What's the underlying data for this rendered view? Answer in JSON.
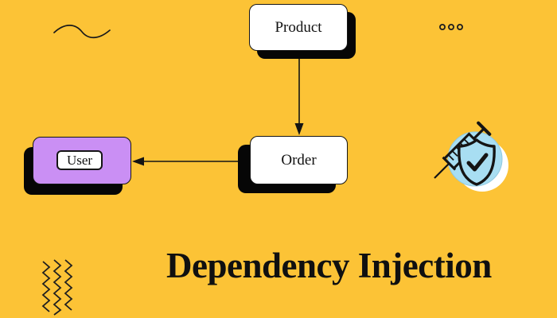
{
  "page": {
    "background_color": "#FCC336"
  },
  "title": {
    "text": "Dependency Injection",
    "color": "#101010"
  },
  "diagram": {
    "nodes": [
      {
        "id": "product",
        "label": "Product",
        "fill": "#FFFFFF",
        "shadow": "right-down"
      },
      {
        "id": "order",
        "label": "Order",
        "fill": "#FFFFFF",
        "shadow": "left-down"
      },
      {
        "id": "user",
        "label": "User",
        "fill": "#CA8FF4",
        "shadow": "left-down"
      }
    ],
    "edges": [
      {
        "from": "Product",
        "to": "Order",
        "direction": "down"
      },
      {
        "from": "Order",
        "to": "User",
        "direction": "left"
      }
    ]
  },
  "decorations": {
    "wave_icon": "wavy-line",
    "dots_icon": "three-hollow-circles",
    "zigzag_icon": "triple-vertical-zigzag",
    "badge_icon": "syringe-shield-check",
    "badge_colors": {
      "circle": "#A8DEF2",
      "back_circle": "#FFFFFF",
      "stroke": "#141414"
    },
    "line_color": "#1A1A1A"
  }
}
